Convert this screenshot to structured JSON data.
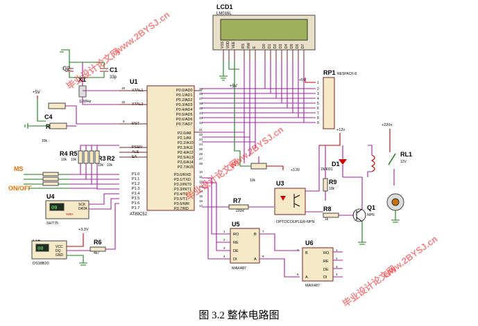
{
  "caption": "图 3.2 整体电路图",
  "watermarks": [
    "毕业设计论文网",
    "www.2BYSJ.cn"
  ],
  "components": {
    "lcd": {
      "ref": "LCD1",
      "model": "LM016L",
      "pins": [
        "VSS",
        "VDD",
        "VEE",
        "RS",
        "RW",
        "E",
        "D0",
        "D1",
        "D2",
        "D3",
        "D4",
        "D5",
        "D6",
        "D7"
      ]
    },
    "mcu": {
      "ref": "U1",
      "model": "AT89C52",
      "left_pins": [
        "XTAL1",
        "XTAL2",
        "RST",
        "PSEN",
        "ALE",
        "EA",
        "P1.0",
        "P1.1",
        "P1.2",
        "P1.3",
        "P1.4",
        "P1.5",
        "P1.6",
        "P1.7"
      ],
      "left_nums": [
        "19",
        "18",
        "9",
        "29",
        "30",
        "31",
        "1",
        "2",
        "3",
        "4",
        "5",
        "6",
        "7",
        "8"
      ],
      "right_pins": [
        "P0.0/AD0",
        "P0.1/AD1",
        "P0.2/AD2",
        "P0.3/AD3",
        "P0.4/AD4",
        "P0.5/AD5",
        "P0.6/AD6",
        "P0.7/AD7",
        "P2.0/A8",
        "P2.1/A9",
        "P2.2/A10",
        "P2.3/A11",
        "P2.4/A12",
        "P2.5/A13",
        "P2.6/A14",
        "P2.7/A15",
        "P3.0/RXD",
        "P3.1/TXD",
        "P3.2/INT0",
        "P3.3/INT1",
        "P3.4/T0",
        "P3.5/T1",
        "P3.6/WR",
        "P3.7/RD"
      ],
      "right_nums": [
        "39",
        "38",
        "37",
        "36",
        "35",
        "34",
        "33",
        "32",
        "21",
        "22",
        "23",
        "24",
        "25",
        "26",
        "27",
        "28",
        "10",
        "11",
        "12",
        "13",
        "14",
        "15",
        "16",
        "17"
      ]
    },
    "rp1": {
      "ref": "RP1",
      "model": "RESPACK-8",
      "pins": [
        "1",
        "2",
        "3",
        "4",
        "5",
        "6",
        "7",
        "8",
        "9"
      ]
    },
    "c1": {
      "ref": "C1",
      "value": "33p"
    },
    "c2": {
      "ref": "C2"
    },
    "c4": {
      "ref": "C4"
    },
    "x1": {
      "ref": "X1",
      "value": "12MHz"
    },
    "r1": {
      "ref": "R1"
    },
    "r1_val": "10k",
    "r2": {
      "ref": "R2",
      "value": "10k"
    },
    "r3": {
      "ref": "R3",
      "value": "10k"
    },
    "r4": {
      "ref": "R4",
      "value": "10k"
    },
    "r5": {
      "ref": "R5"
    },
    "r6": {
      "ref": "R6",
      "value": "4k7"
    },
    "r7": {
      "ref": "R7",
      "value": "220R"
    },
    "r8": {
      "ref": "R8",
      "value": "1k"
    },
    "r9": {
      "ref": "R9",
      "value": "10k"
    },
    "pot": {
      "value": "10k"
    },
    "u3": {
      "ref": "U3",
      "model": "OPTOCOUPLER-NPN"
    },
    "d1": {
      "ref": "D1",
      "model": "1N4001"
    },
    "q1": {
      "ref": "Q1",
      "type": "NPN"
    },
    "rl1": {
      "ref": "RL1",
      "value": "12V"
    },
    "u4": {
      "ref": "U4",
      "model": "SHT75",
      "pins": [
        "SCK",
        "DATA"
      ],
      "display": "00",
      "rh": "%RH"
    },
    "u2": {
      "ref": "U2",
      "model": "DS18B20",
      "pins": [
        "VCC",
        "DQ",
        "GND"
      ],
      "display": "00"
    },
    "u5": {
      "ref": "U5",
      "model": "MAX487",
      "left": [
        "RO",
        "RE",
        "DE",
        "DI"
      ],
      "left_nums": [
        "1",
        "2",
        "3",
        "4"
      ],
      "right": [
        "B",
        "A"
      ],
      "right_nums": [
        "7",
        "6"
      ]
    },
    "u6": {
      "ref": "U6",
      "model": "MAX487",
      "left": [
        "B",
        "A"
      ],
      "left_nums": [
        "7",
        "6"
      ],
      "right": [
        "RO",
        "RE",
        "DE",
        "DI"
      ],
      "right_nums": [
        "1",
        "2",
        "3",
        "4"
      ]
    }
  },
  "power_labels": [
    "+5V",
    "+5V",
    "+5V",
    "+5V",
    "+3.3V",
    "+3.3V",
    "+12v",
    "+220v"
  ],
  "switch_labels": [
    "MS",
    "ON/OFF"
  ],
  "colors": {
    "wire": "#a020a0",
    "ground_wire": "#1a7a1a",
    "power_wire": "#c00000",
    "chip_fill": "#f5e9c8",
    "lcd_screen": "#9fb05a",
    "watermark": "#e22"
  }
}
